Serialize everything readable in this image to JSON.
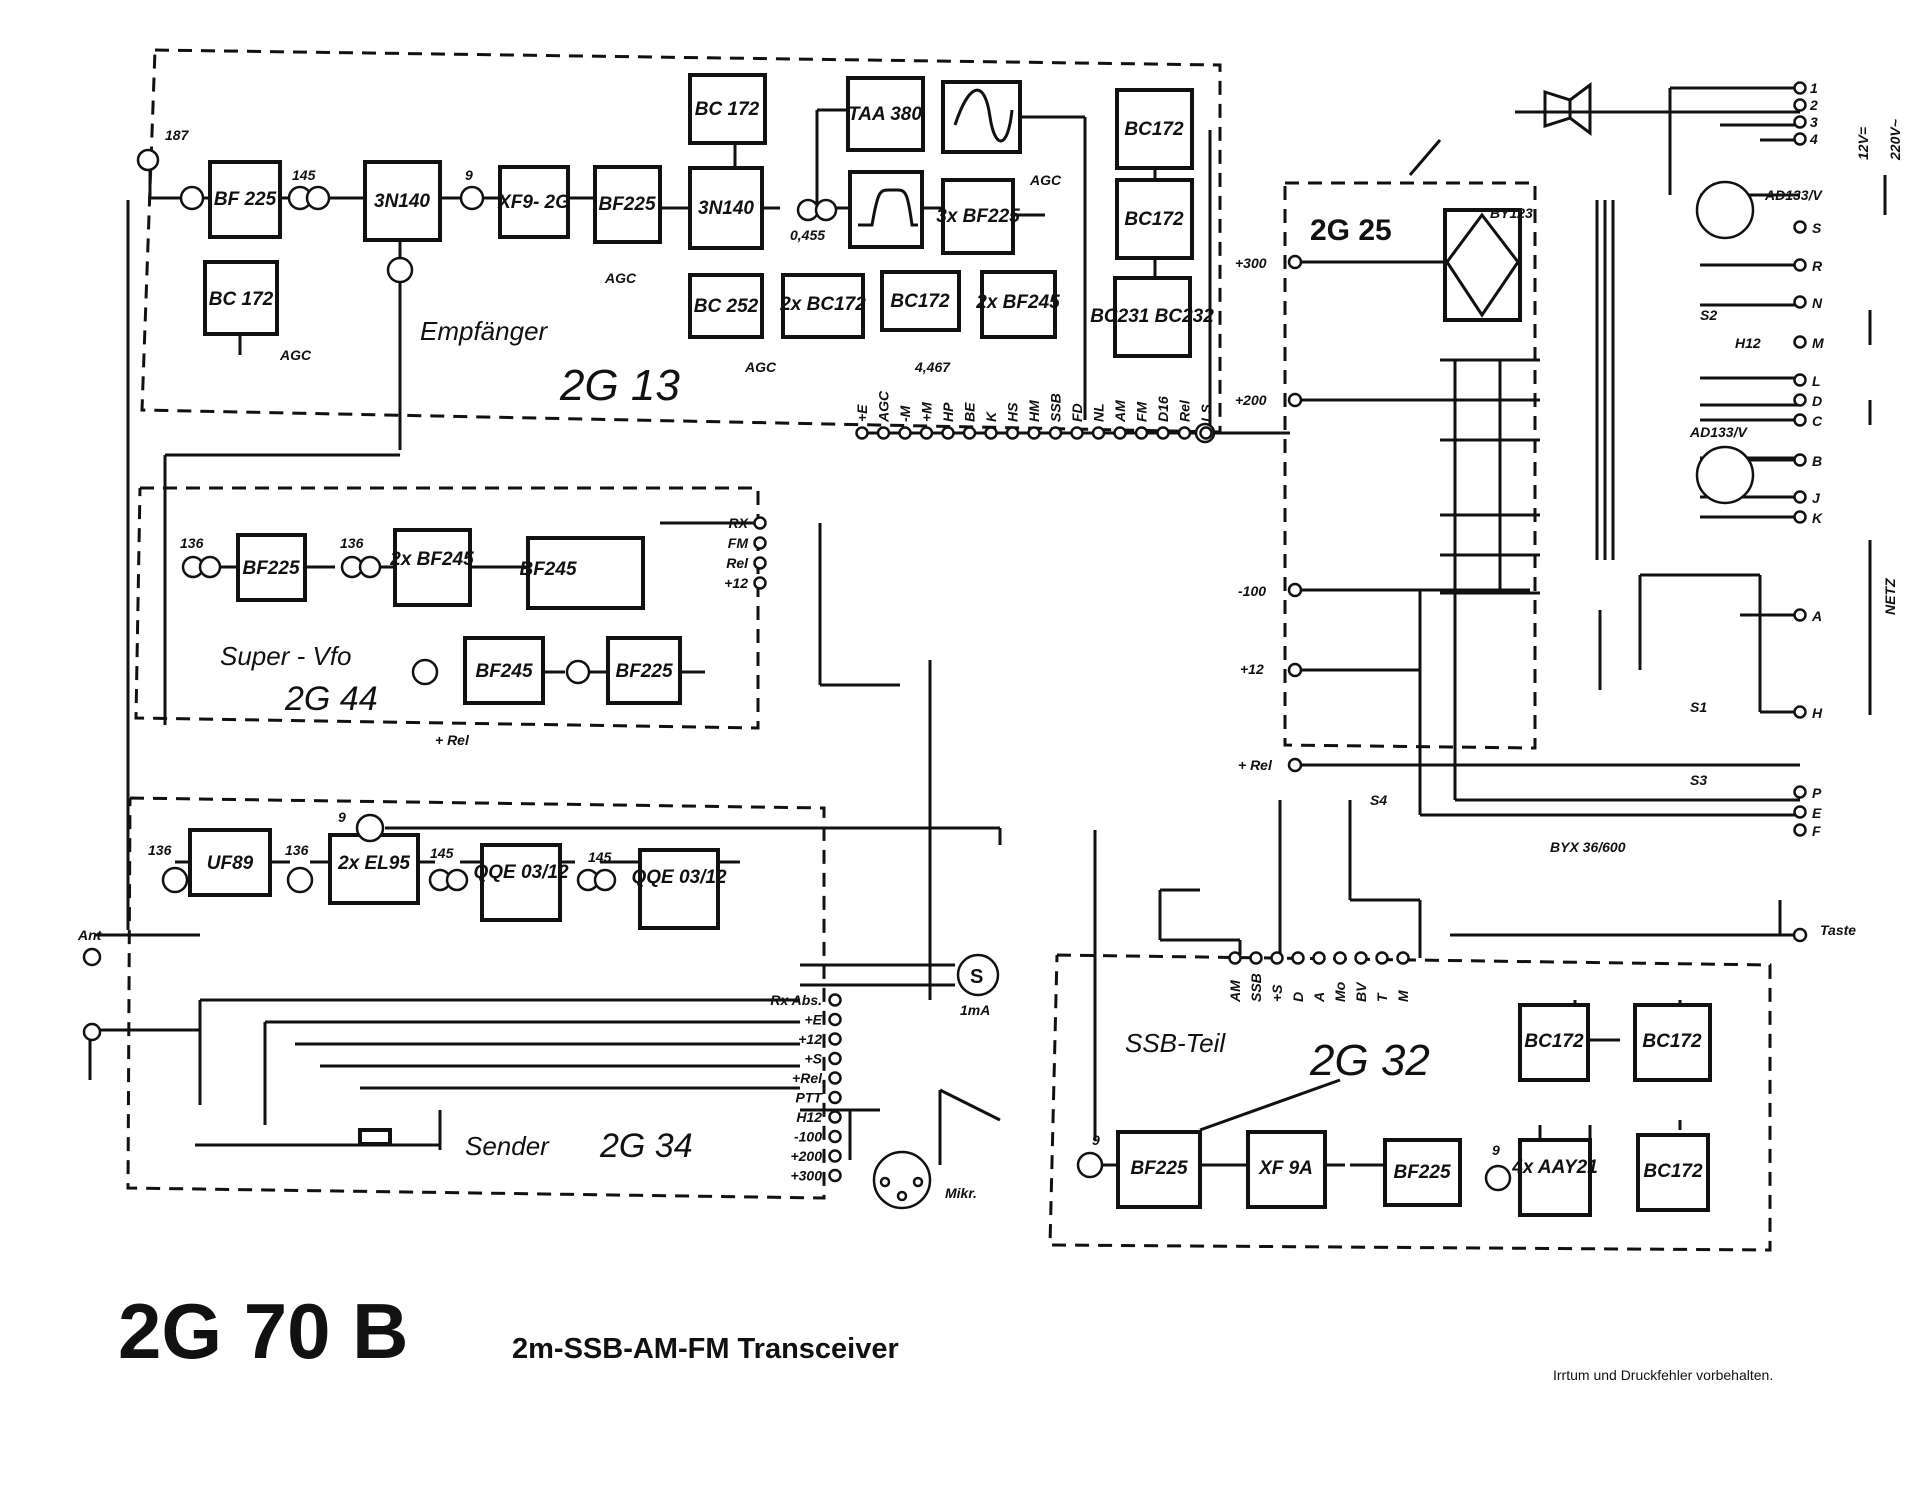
{
  "modules": {
    "receiver": {
      "name": "Empfänger",
      "code": "2G 13"
    },
    "vfo": {
      "name": "Super - Vfo",
      "code": "2G 44"
    },
    "transmitter": {
      "name": "Sender",
      "code": "2G 34"
    },
    "ssb": {
      "name": "SSB-Teil",
      "code": "2G 32"
    },
    "power": {
      "code": "2G 25"
    }
  },
  "blocks": {
    "rx_bf225_a": "BF 225",
    "rx_bc172_agc": "BC 172",
    "rx_3n140_a": "3N140",
    "rx_xf9": "XF9- 2G",
    "rx_bf225_b": "BF225",
    "rx_bc172_osc": "BC 172",
    "rx_3n140_b": "3N140",
    "rx_taa380": "TAA 380",
    "rx_3x_bf225": "3x BF225",
    "rx_bc252": "BC 252",
    "rx_2x_bc172": "2x BC172",
    "rx_bc172_c": "BC172",
    "rx_2x_bf245": "2x BF245",
    "rx_audio_bc172_a": "BC172",
    "rx_audio_bc172_b": "BC172",
    "rx_audio_out": "BC231 BC232",
    "vfo_bf225": "BF225",
    "vfo_2x_bf245": "2x BF245",
    "vfo_bf245_var": "BF245",
    "vfo_bf245": "BF245",
    "vfo_bf225_b": "BF225",
    "tx_uf89": "UF89",
    "tx_2x_el95": "2x EL95",
    "tx_qqe_a": "QQE 03/12",
    "tx_qqe_b": "QQE 03/12",
    "ssb_bc172_a": "BC172",
    "ssb_bc172_b": "BC172",
    "ssb_bf225_a": "BF225",
    "ssb_xf9a": "XF 9A",
    "ssb_bf225_b": "BF225",
    "ssb_4x_aay21": "4x AAY21",
    "ssb_bc172_c": "BC172"
  },
  "labels": {
    "agc": "AGC",
    "v_300": "+300",
    "v_200": "+200",
    "v_m100": "-100",
    "v_12": "+12",
    "rel": "+ Rel",
    "ant": "Ant",
    "mikr": "Mikr.",
    "taste": "Taste",
    "netz": "NETZ",
    "v12": "12V=",
    "v220": "220V~",
    "ad133_a": "AD133/V",
    "ad133_b": "AD133/V",
    "by123": "BY123",
    "byx": "BYX 36/600",
    "h12": "H12",
    "s1": "S1",
    "s2": "S2",
    "s3": "S3",
    "s4": "S4",
    "f_9": "9",
    "f_145": "145",
    "f_136": "136",
    "f_0455": "0,455",
    "f_4467": "4,467",
    "f_187": "187",
    "meter": "S",
    "meter_range": "1mA"
  },
  "tx_pins": [
    "Rx Abs.",
    "+E",
    "+12",
    "+S",
    "+Rel",
    "PTT",
    "H12",
    "-100",
    "+200",
    "+300"
  ],
  "vfo_pins": [
    "RX",
    "FM",
    "Rel",
    "+12"
  ],
  "rx_bus": [
    "+E",
    "AGC",
    "-M",
    "+M",
    "HP",
    "BE",
    "K",
    "HS",
    "HM",
    "SSB",
    "FD",
    "NL",
    "AM",
    "FM",
    "D16",
    "Rel",
    "LS"
  ],
  "ssb_bus": [
    "AM",
    "SSB",
    "+S",
    "D",
    "A",
    "Mo",
    "BV",
    "T",
    "M"
  ],
  "power_terms": [
    "S",
    "R",
    "N",
    "M",
    "L",
    "D",
    "C",
    "B",
    "J",
    "K",
    "A",
    "H",
    "P",
    "E",
    "F"
  ],
  "power_switch": [
    "1",
    "2",
    "3",
    "4"
  ],
  "footer": {
    "logo": "2G 70 B",
    "subtitle": "2m-SSB-AM-FM Transceiver",
    "disclaimer": "Irrtum und Druckfehler vorbehalten."
  }
}
